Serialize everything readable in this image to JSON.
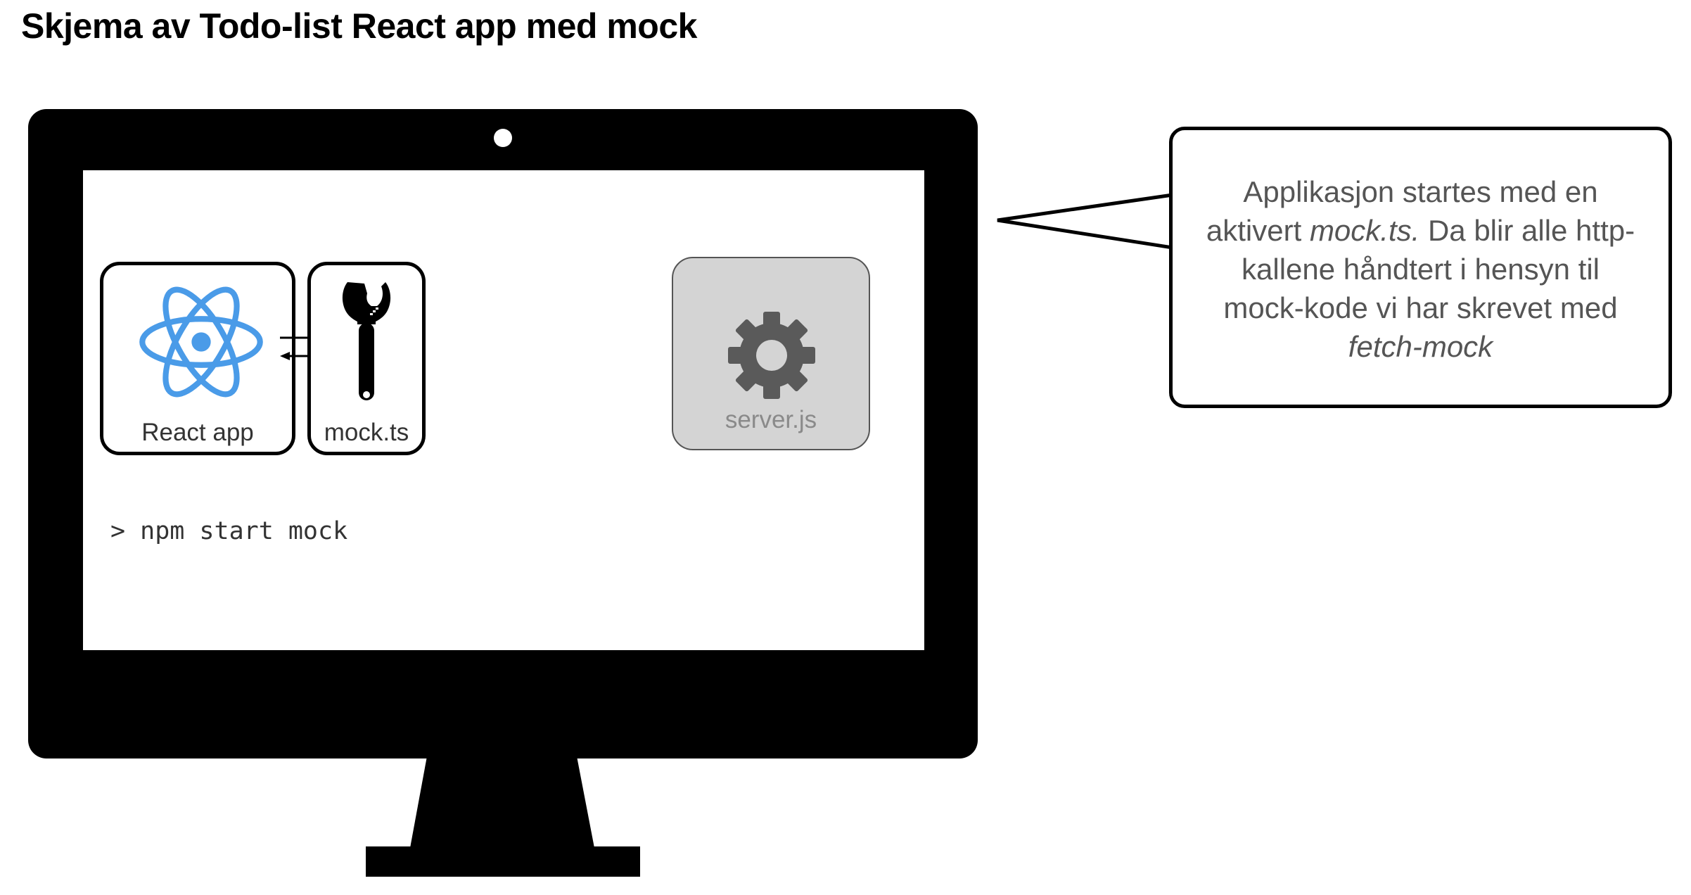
{
  "title": "Skjema av Todo-list React app med mock",
  "components": {
    "react_app": {
      "label": "React app",
      "icon": "react-logo-icon",
      "color": "#4a9be8"
    },
    "mock": {
      "label": "mock.ts",
      "icon": "wrench-icon"
    },
    "server": {
      "label": "server.js",
      "icon": "gear-icon",
      "color": "#d4d4d4"
    }
  },
  "terminal": {
    "command": "> npm start mock"
  },
  "callout": {
    "line1": "Applikasjon startes med en",
    "line2_pre": "aktivert ",
    "line2_em": "mock.ts.",
    "line2_post": " Da blir alle http-",
    "line3": "kallene håndtert i hensyn til",
    "line4": "mock-kode vi har skrevet med",
    "line5_em": "fetch-mock"
  }
}
